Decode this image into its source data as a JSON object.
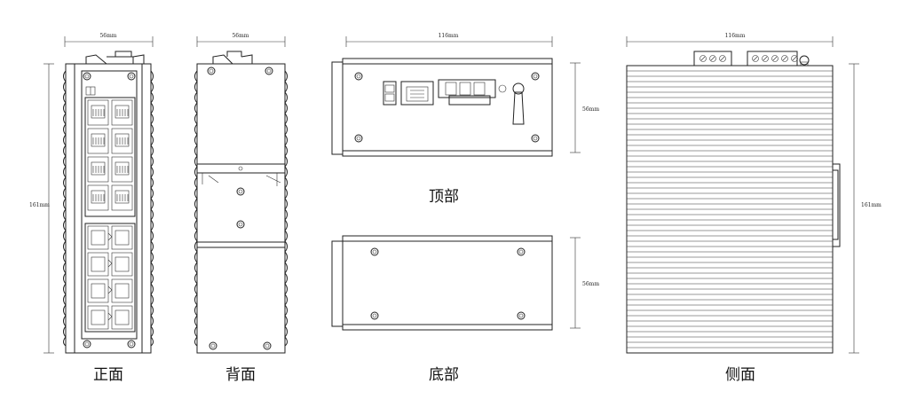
{
  "views": {
    "front": {
      "label": "正面",
      "width_dim": "56mm",
      "height_dim": "161mm"
    },
    "back": {
      "label": "背面",
      "width_dim": "56mm"
    },
    "top": {
      "label": "顶部",
      "width_dim": "116mm",
      "height_dim": "56mm"
    },
    "bottom": {
      "label": "底部",
      "height_dim": "56mm"
    },
    "side": {
      "label": "侧面",
      "width_dim": "116mm",
      "height_dim": "161mm"
    }
  }
}
